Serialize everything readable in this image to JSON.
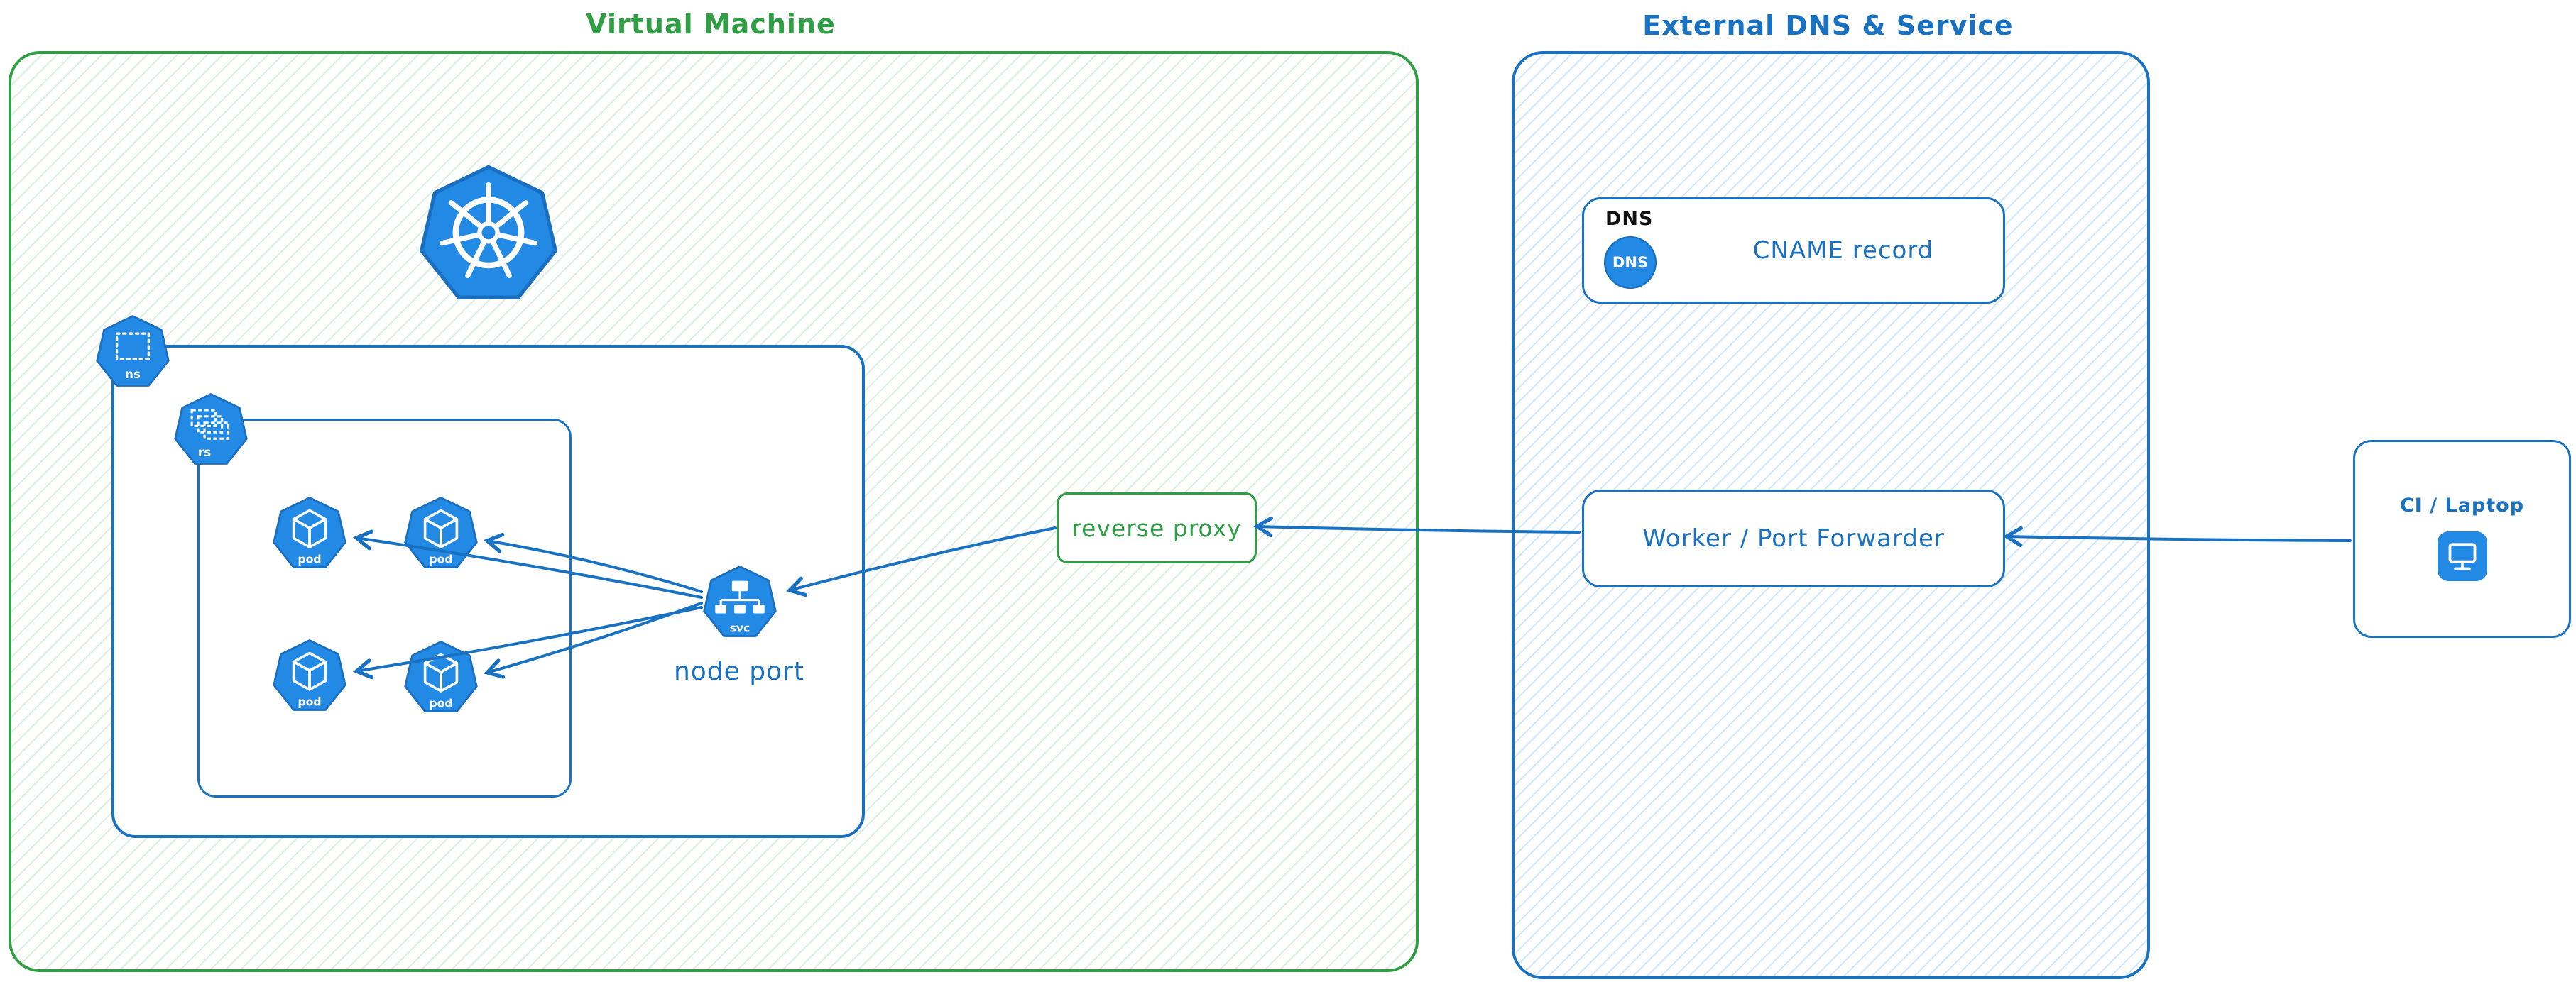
{
  "diagram": {
    "vm": {
      "title": "Virtual Machine",
      "node_port_label": "node port",
      "reverse_proxy_label": "reverse proxy"
    },
    "icon_labels": {
      "ns": "ns",
      "rs": "rs",
      "pod": "pod",
      "svc": "svc"
    },
    "external": {
      "title": "External DNS & Service",
      "dns_tag": "DNS",
      "dns_icon_text": "DNS",
      "cname_label": "CNAME record",
      "worker_label": "Worker / Port Forwarder"
    },
    "client": {
      "label": "CI / Laptop"
    },
    "colors": {
      "green": "#2f9e44",
      "blue": "#1971c2",
      "icon_blue": "#2289e4"
    }
  }
}
